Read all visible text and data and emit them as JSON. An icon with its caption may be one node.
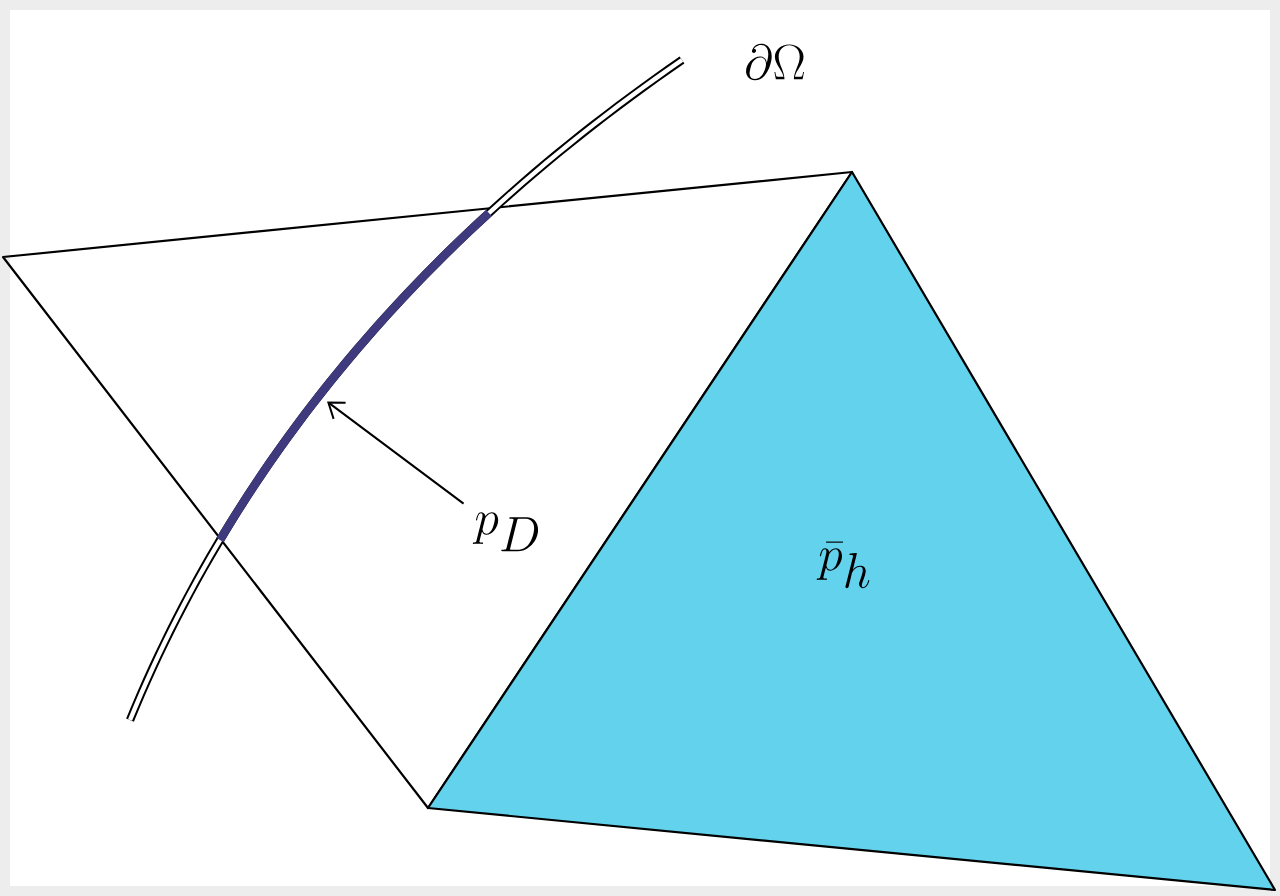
{
  "diagram": {
    "nodes": [
      {
        "text": [
          "\\bar{p}_h"
        ]
      },
      {
        "text": [
          "p_D"
        ]
      },
      {
        "text": [],
        "shape": "curve"
      }
    ],
    "edges": [
      {
        "from": 1,
        "to": 2,
        "arrow": "to"
      }
    ],
    "labels": [
      "\\partial\\Omega"
    ]
  }
}
